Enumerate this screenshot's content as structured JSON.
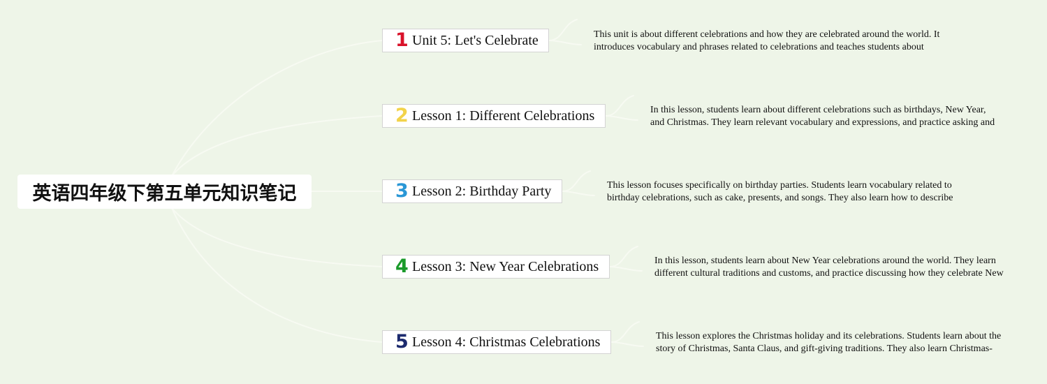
{
  "root": {
    "title": "英语四年级下第五单元知识笔记"
  },
  "branches": [
    {
      "number": "1",
      "number_color": "#d9122a",
      "label": "Unit 5: Let's Celebrate",
      "note": "This unit is about different celebrations and how they are celebrated around the world. It introduces vocabulary and phrases related to celebrations and teaches students about different cultural traditions."
    },
    {
      "number": "2",
      "number_color": "#f2d34a",
      "label": "Lesson 1: Different Celebrations",
      "note": "In this lesson, students learn about different celebrations such as birthdays, New Year, and Christmas. They learn relevant vocabulary and expressions, and practice asking and answering questions about celebrations."
    },
    {
      "number": "3",
      "number_color": "#2a97d6",
      "label": "Lesson 2: Birthday Party",
      "note": "This lesson focuses specifically on birthday parties. Students learn vocabulary related to birthday celebrations, such as cake, presents, and songs. They also learn how to describe a birthday party using simple sentences and practice role-playing different scenarios."
    },
    {
      "number": "4",
      "number_color": "#1a9a2a",
      "label": "Lesson 3: New Year Celebrations",
      "note": "In this lesson, students learn about New Year celebrations around the world. They learn different cultural traditions and customs, and practice discussing how they celebrate New Year in their own country or community. They also learn related vocabulary and phrases."
    },
    {
      "number": "5",
      "number_color": "#1c2a6e",
      "label": "Lesson 4: Christmas Celebrations",
      "note": "This lesson explores the Christmas holiday and its celebrations. Students learn about the story of Christmas, Santa Claus, and gift-giving traditions. They also learn Christmas-related vocabulary and practice describing their own Christmas celebrations."
    }
  ],
  "colors": {
    "background": "#eef5e8",
    "connector": "#f7faf2"
  }
}
